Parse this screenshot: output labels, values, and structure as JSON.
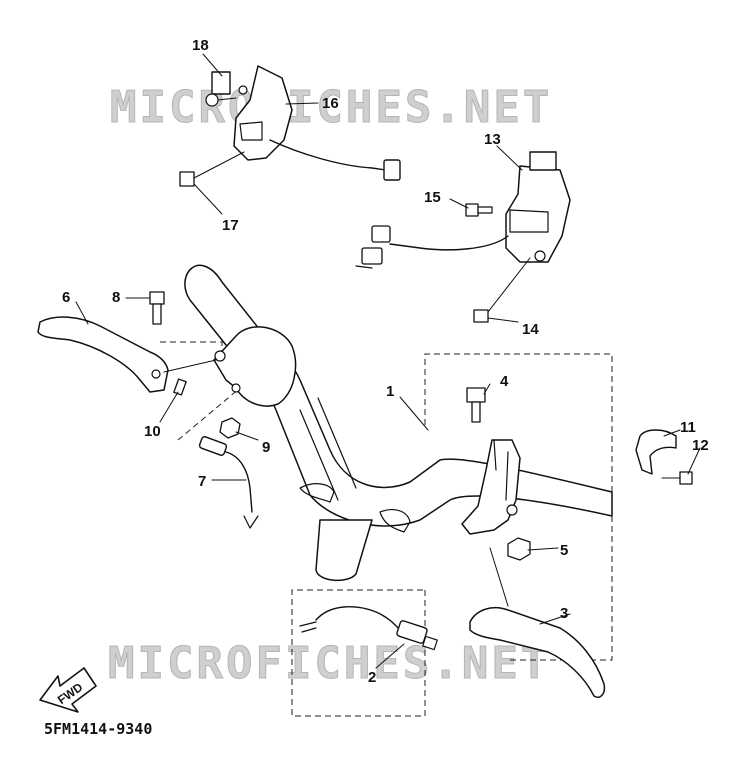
{
  "diagram": {
    "watermark_text": "MICROFICHES.NET",
    "part_code": "5FM1414-9340",
    "fwd_label": "FWD",
    "colors": {
      "ink": "#111111",
      "paper": "#ffffff",
      "watermark": "#c9c9c9"
    },
    "callouts": [
      "1",
      "2",
      "3",
      "4",
      "5",
      "6",
      "7",
      "8",
      "9",
      "10",
      "11",
      "12",
      "13",
      "14",
      "15",
      "16",
      "17",
      "18"
    ]
  }
}
